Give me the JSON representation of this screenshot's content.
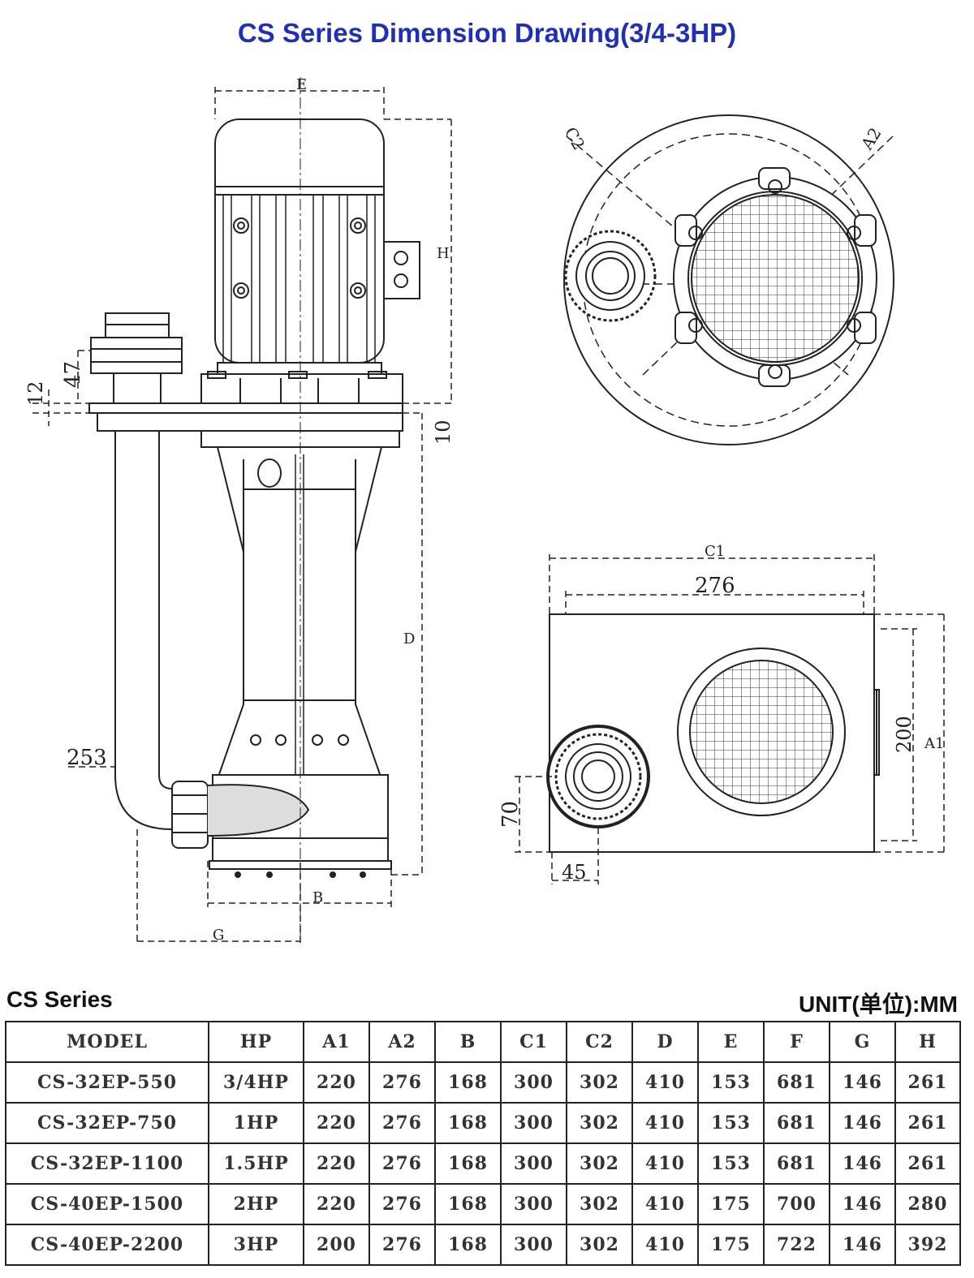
{
  "title": "CS Series Dimension Drawing(3/4-3HP)",
  "drawing": {
    "side_view_labels": {
      "E": "E",
      "H": "H",
      "D": "D",
      "B": "B",
      "G": "G",
      "dim_47": "47",
      "dim_12": "12",
      "dim_10": "10",
      "dim_253": "253"
    },
    "top_view_labels": {
      "C2": "C2",
      "A2": "A2"
    },
    "bottom_view_labels": {
      "C1": "C1",
      "dim_276": "276",
      "dim_200": "200",
      "A1": "A1",
      "dim_70": "70",
      "dim_45": "45"
    }
  },
  "table": {
    "section_label": "CS Series",
    "unit_label": "UNIT(单位):MM",
    "headers": [
      "MODEL",
      "HP",
      "A1",
      "A2",
      "B",
      "C1",
      "C2",
      "D",
      "E",
      "F",
      "G",
      "H"
    ],
    "rows": [
      [
        "CS-32EP-550",
        "3/4HP",
        "220",
        "276",
        "168",
        "300",
        "302",
        "410",
        "153",
        "681",
        "146",
        "261"
      ],
      [
        "CS-32EP-750",
        "1HP",
        "220",
        "276",
        "168",
        "300",
        "302",
        "410",
        "153",
        "681",
        "146",
        "261"
      ],
      [
        "CS-32EP-1100",
        "1.5HP",
        "220",
        "276",
        "168",
        "300",
        "302",
        "410",
        "153",
        "681",
        "146",
        "261"
      ],
      [
        "CS-40EP-1500",
        "2HP",
        "220",
        "276",
        "168",
        "300",
        "302",
        "410",
        "175",
        "700",
        "146",
        "280"
      ],
      [
        "CS-40EP-2200",
        "3HP",
        "200",
        "276",
        "168",
        "300",
        "302",
        "410",
        "175",
        "722",
        "146",
        "392"
      ]
    ]
  }
}
